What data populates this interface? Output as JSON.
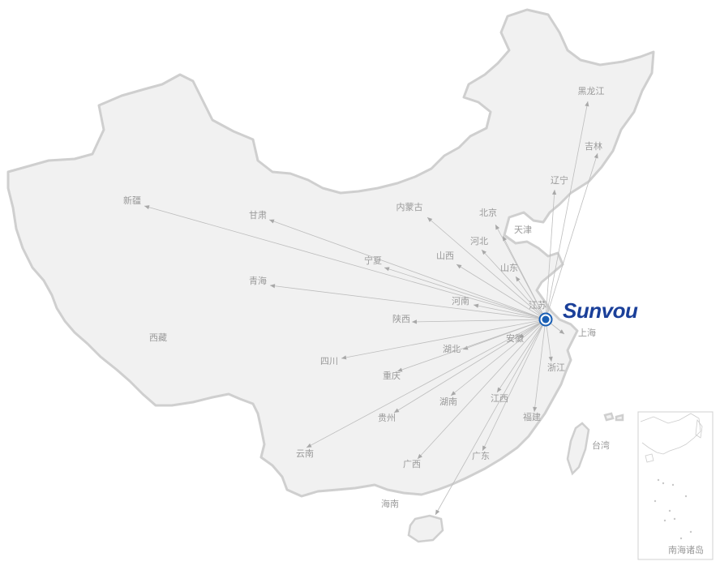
{
  "map": {
    "hub": {
      "name": "江苏"
    },
    "provinces": [
      {
        "name": "新疆",
        "target": "新疆"
      },
      {
        "name": "甘肃",
        "target": "甘肃"
      },
      {
        "name": "内蒙古",
        "target": "内蒙古"
      },
      {
        "name": "北京",
        "target": "北京"
      },
      {
        "name": "天津",
        "target": "天津"
      },
      {
        "name": "辽宁",
        "target": "辽宁"
      },
      {
        "name": "吉林",
        "target": "吉林"
      },
      {
        "name": "黑龙江",
        "target": "黑龙江"
      },
      {
        "name": "河北",
        "target": "河北"
      },
      {
        "name": "山西",
        "target": "山西"
      },
      {
        "name": "宁夏",
        "target": "宁夏"
      },
      {
        "name": "山东",
        "target": "山东"
      },
      {
        "name": "青海",
        "target": "青海"
      },
      {
        "name": "河南",
        "target": "河南"
      },
      {
        "name": "陕西",
        "target": "陕西"
      },
      {
        "name": "西藏",
        "target": null
      },
      {
        "name": "四川",
        "target": "四川"
      },
      {
        "name": "湖北",
        "target": "湖北"
      },
      {
        "name": "安徽",
        "target": "安徽"
      },
      {
        "name": "上海",
        "target": "上海"
      },
      {
        "name": "浙江",
        "target": "浙江"
      },
      {
        "name": "重庆",
        "target": "重庆"
      },
      {
        "name": "湖南",
        "target": "湖南"
      },
      {
        "name": "江西",
        "target": "江西"
      },
      {
        "name": "福建",
        "target": "福建"
      },
      {
        "name": "贵州",
        "target": "贵州"
      },
      {
        "name": "云南",
        "target": "云南"
      },
      {
        "name": "广西",
        "target": "广西"
      },
      {
        "name": "广东",
        "target": "广东"
      },
      {
        "name": "台湾",
        "target": null
      },
      {
        "name": "海南",
        "target": "海南"
      },
      {
        "name": "江苏",
        "target": null
      }
    ],
    "inset_label": "南海诸岛"
  },
  "logo": {
    "text": "Sunvou",
    "color": "#1a3f99"
  },
  "colors": {
    "hub": "#1a5fb4",
    "route": "#bdbdbd",
    "label": "#9a9a9a",
    "land_outline": "#cfcfcf"
  }
}
